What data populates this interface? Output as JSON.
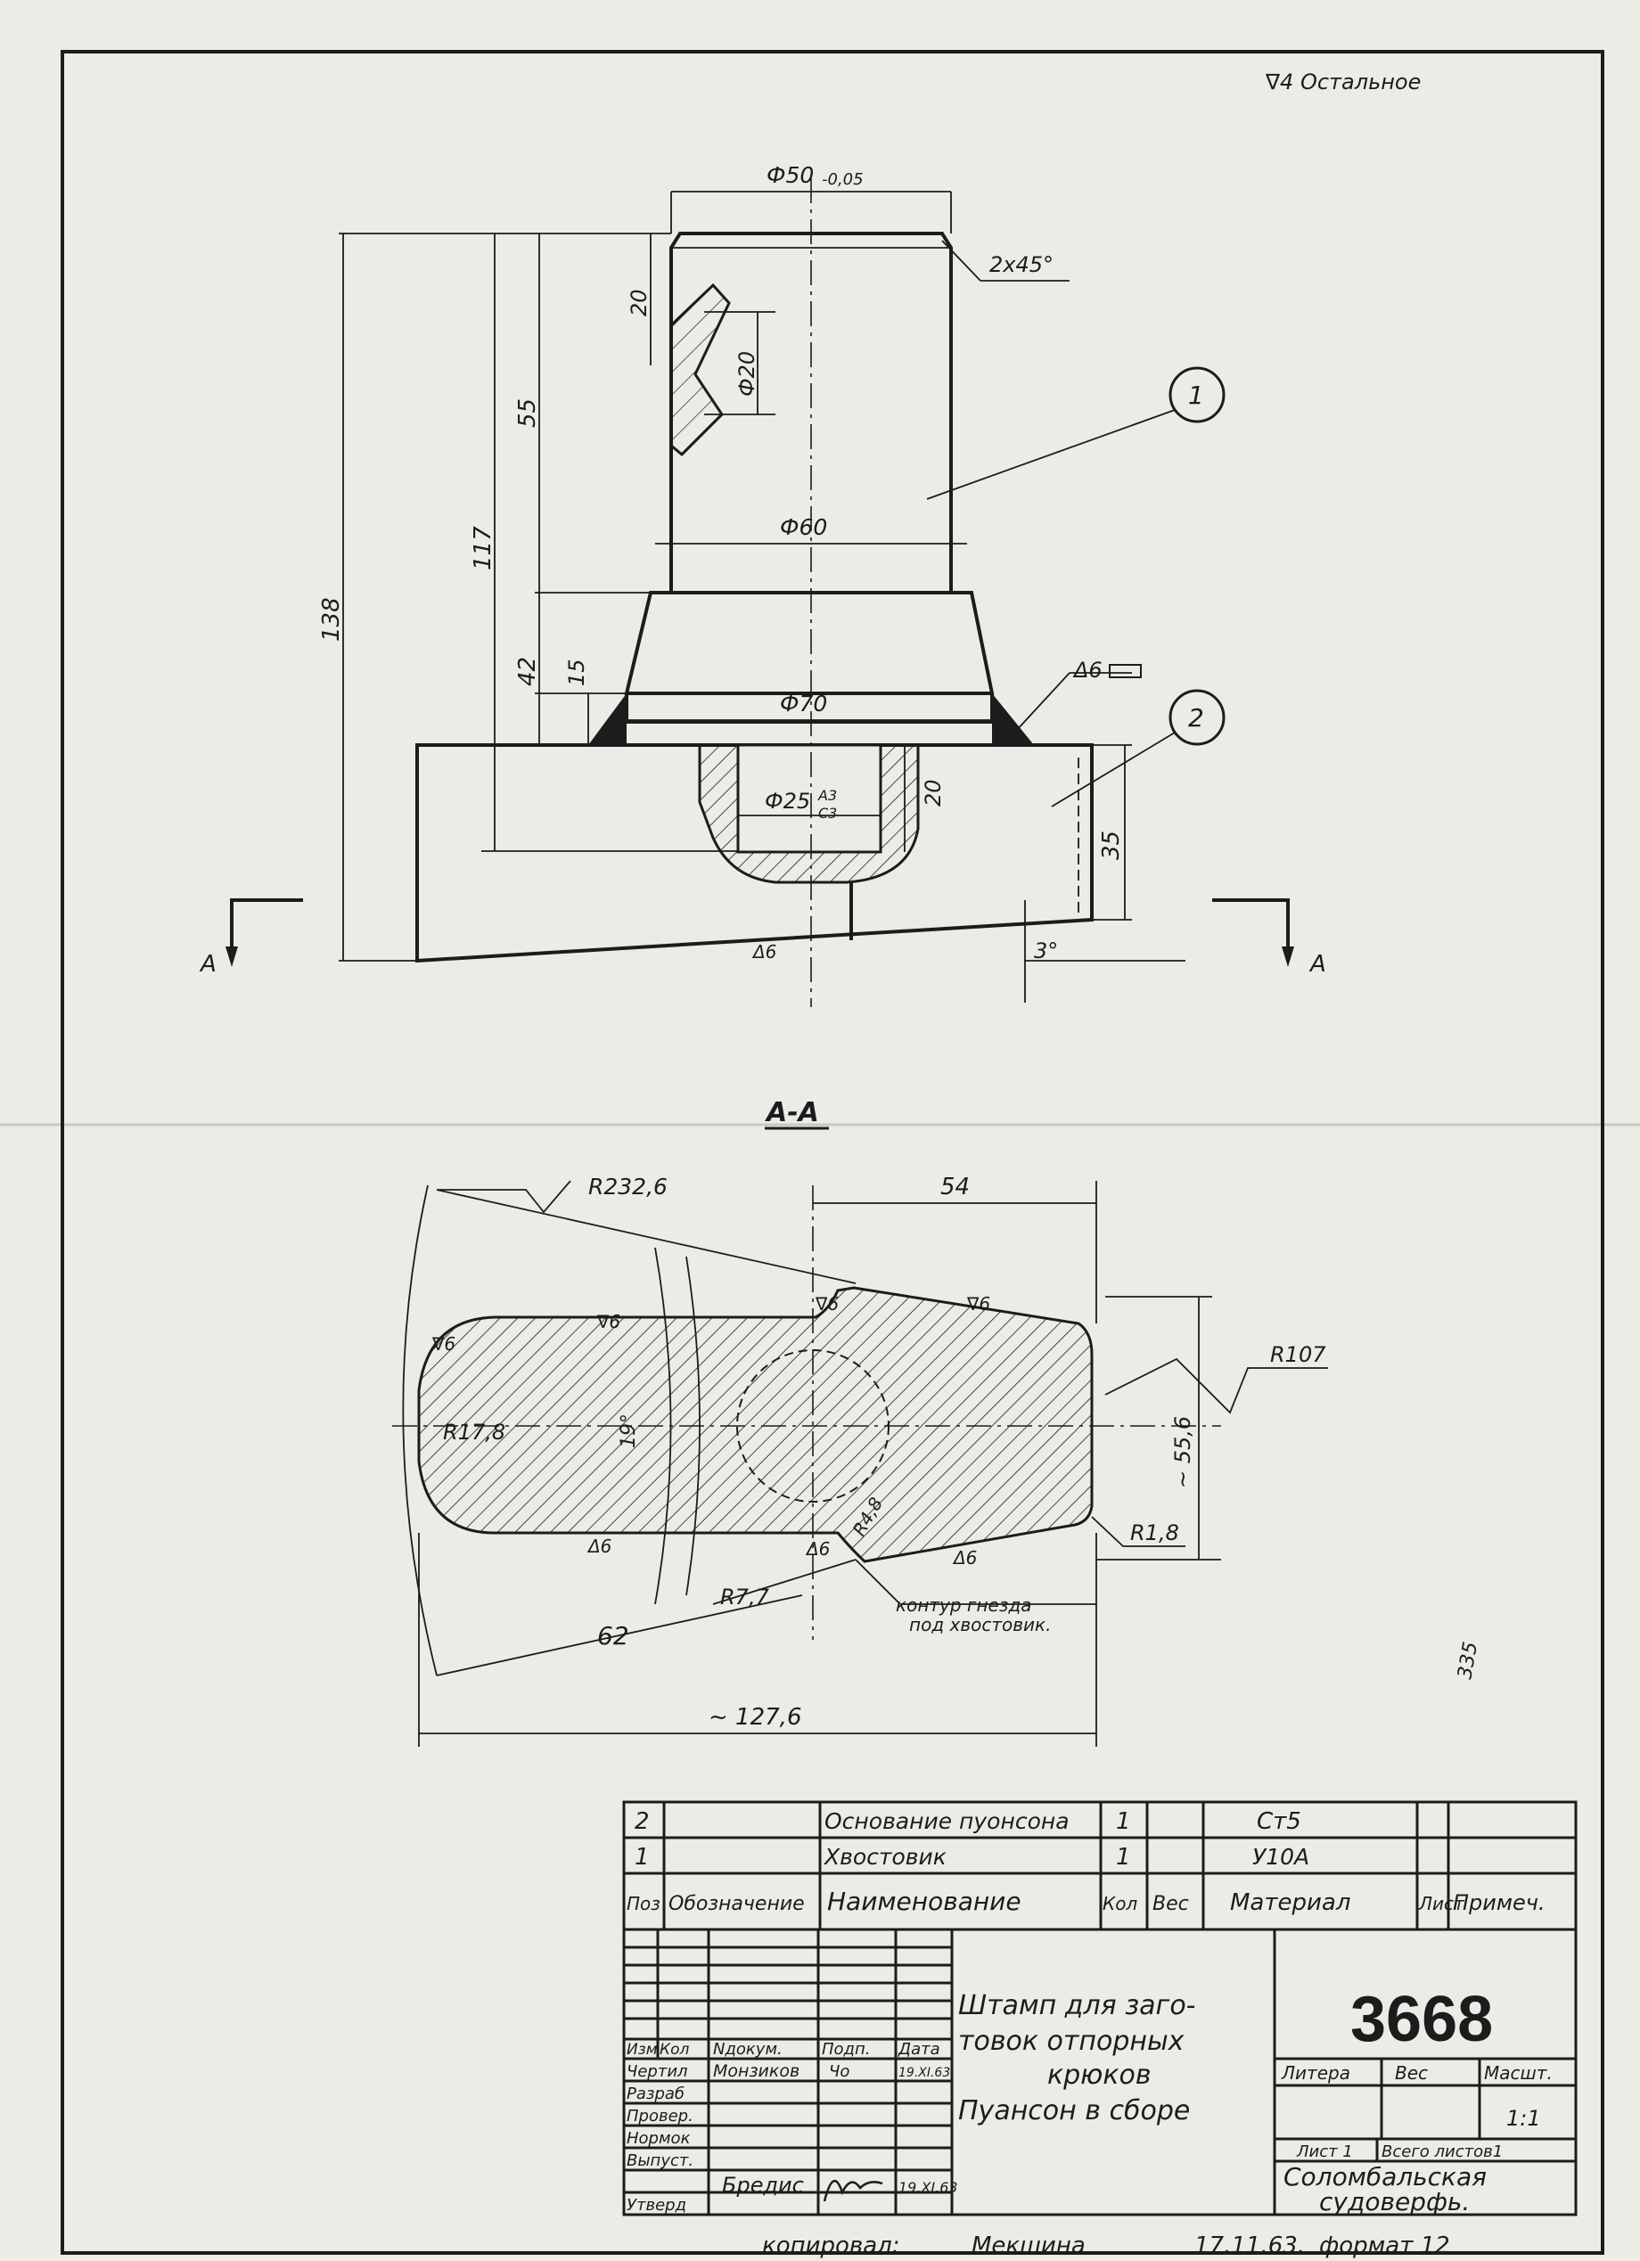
{
  "surface_note": "∇4 Остальное",
  "view_section_label": "А-А",
  "section_marks": [
    "А",
    "А"
  ],
  "dims_front": {
    "d50": "Ф50",
    "d50_tol": "-0,05",
    "chamfer": "2x45°",
    "h20_top": "20",
    "d20": "Ф20",
    "h55": "55",
    "d60": "Ф60",
    "h117": "117",
    "h138": "138",
    "h42": "42",
    "h15": "15",
    "d70": "Ф70",
    "weld": "Δ6",
    "d25": "Ф25",
    "fit_top": "А3",
    "fit_bot": "С3",
    "h20_socket": "20",
    "h35": "35",
    "angle": "3°",
    "roughness_bottom": "Δ6"
  },
  "leaders": [
    "1",
    "2"
  ],
  "dims_section": {
    "r232": "R232,6",
    "w54": "54",
    "r107": "R107",
    "r17": "R17,8",
    "ang19": "19°",
    "h556": "~ 55,6",
    "r48": "R4,8",
    "r18": "R1,8",
    "r77": "R7,7",
    "w62": "62",
    "w1276": "~ 127,6",
    "rough": "∇6",
    "rough2": "Δ6",
    "socket_note_1": "контур гнезда",
    "socket_note_2": "под хвостовик."
  },
  "margin_note": "335",
  "spec_table": {
    "rows": [
      {
        "pos": "2",
        "name": "Основание пуонсона",
        "qty": "1",
        "material": "Ст5"
      },
      {
        "pos": "1",
        "name": "Хвостовик",
        "qty": "1",
        "material": "У10А"
      }
    ],
    "headers": {
      "pos": "Поз",
      "designation": "Обозначение",
      "name": "Наименование",
      "qty": "Кол",
      "weight": "Вес",
      "material": "Материал",
      "sheet": "Лист",
      "note": "Примеч."
    }
  },
  "title_block": {
    "title_lines": [
      "Штамп для заго-",
      "товок отпорных",
      "крюков",
      "Пуансон в сборе"
    ],
    "drawing_number": "3668",
    "col_heads": {
      "izm": "Изм",
      "kol": "Кол",
      "ndoc": "Nдокум.",
      "podp": "Подп.",
      "data": "Дата"
    },
    "roles": [
      "Чертил",
      "Разраб",
      "Провер.",
      "Нормок",
      "Выпуст.",
      "Утверд"
    ],
    "drafter": "Монзиков",
    "drafter_sign": "Чо",
    "drafter_date": "19.XI.63",
    "issuer": "Бредис",
    "issuer_date": "19.XI.63",
    "litera": "Литера",
    "ves": "Вес",
    "masht": "Масшт.",
    "scale": "1:1",
    "sheet": "Лист 1",
    "total": "Всего листов1",
    "org_1": "Соломбальская",
    "org_2": "судоверфь."
  },
  "footer": {
    "copied": "копировал:",
    "copier": "Мекшина",
    "date": "17.11.63.",
    "format": "формат 12"
  }
}
